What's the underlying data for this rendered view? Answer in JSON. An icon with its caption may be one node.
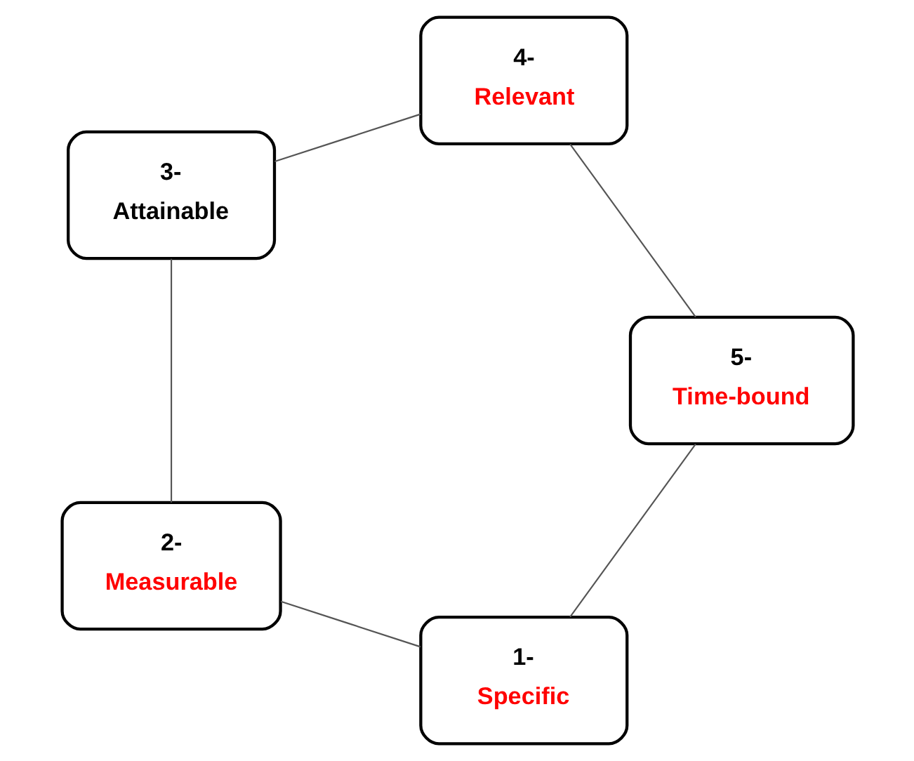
{
  "diagram": {
    "nodes": [
      {
        "text": [
          "1-",
          "Specific"
        ]
      },
      {
        "text": [
          "2-",
          "Measurable"
        ]
      },
      {
        "text": [
          "3-",
          "Attainable"
        ]
      },
      {
        "text": [
          "4-",
          "Relevant"
        ]
      },
      {
        "text": [
          "5-",
          "Time-bound"
        ]
      }
    ],
    "edges": [
      {
        "from": 0,
        "to": 1,
        "arrow": "none"
      },
      {
        "from": 1,
        "to": 2,
        "arrow": "none"
      },
      {
        "from": 2,
        "to": 3,
        "arrow": "none"
      },
      {
        "from": 3,
        "to": 4,
        "arrow": "none"
      },
      {
        "from": 4,
        "to": 0,
        "arrow": "none"
      }
    ]
  }
}
